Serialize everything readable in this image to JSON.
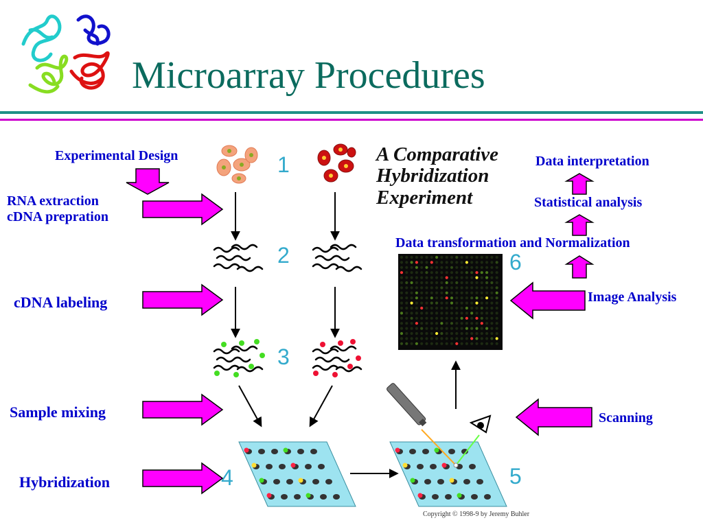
{
  "title": "Microarray Procedures",
  "experiment_title": [
    "A Comparative",
    "Hybridization",
    "Experiment"
  ],
  "left_labels": {
    "experimental_design": "Experimental Design",
    "rna_extraction": [
      "RNA extraction",
      "cDNA prepration"
    ],
    "cdna_labeling": "cDNA labeling",
    "sample_mixing": "Sample mixing",
    "hybridization": "Hybridization"
  },
  "right_labels": {
    "data_interpretation": "Data interpretation",
    "statistical_analysis": "Statistical analysis",
    "data_transformation": "Data transformation and Normalization",
    "image_analysis": "Image Analysis",
    "scanning": "Scanning"
  },
  "steps": [
    "1",
    "2",
    "3",
    "4",
    "5",
    "6"
  ],
  "copyright": "Copyright © 1998-9 by Jeremy Buhler",
  "colors": {
    "title": "#0b6b5e",
    "label": "#0000cc",
    "arrow_fill": "#ff00ff",
    "step_number": "#33aacc",
    "rule_teal": "#1f8f86",
    "rule_magenta": "#cc00cc"
  }
}
